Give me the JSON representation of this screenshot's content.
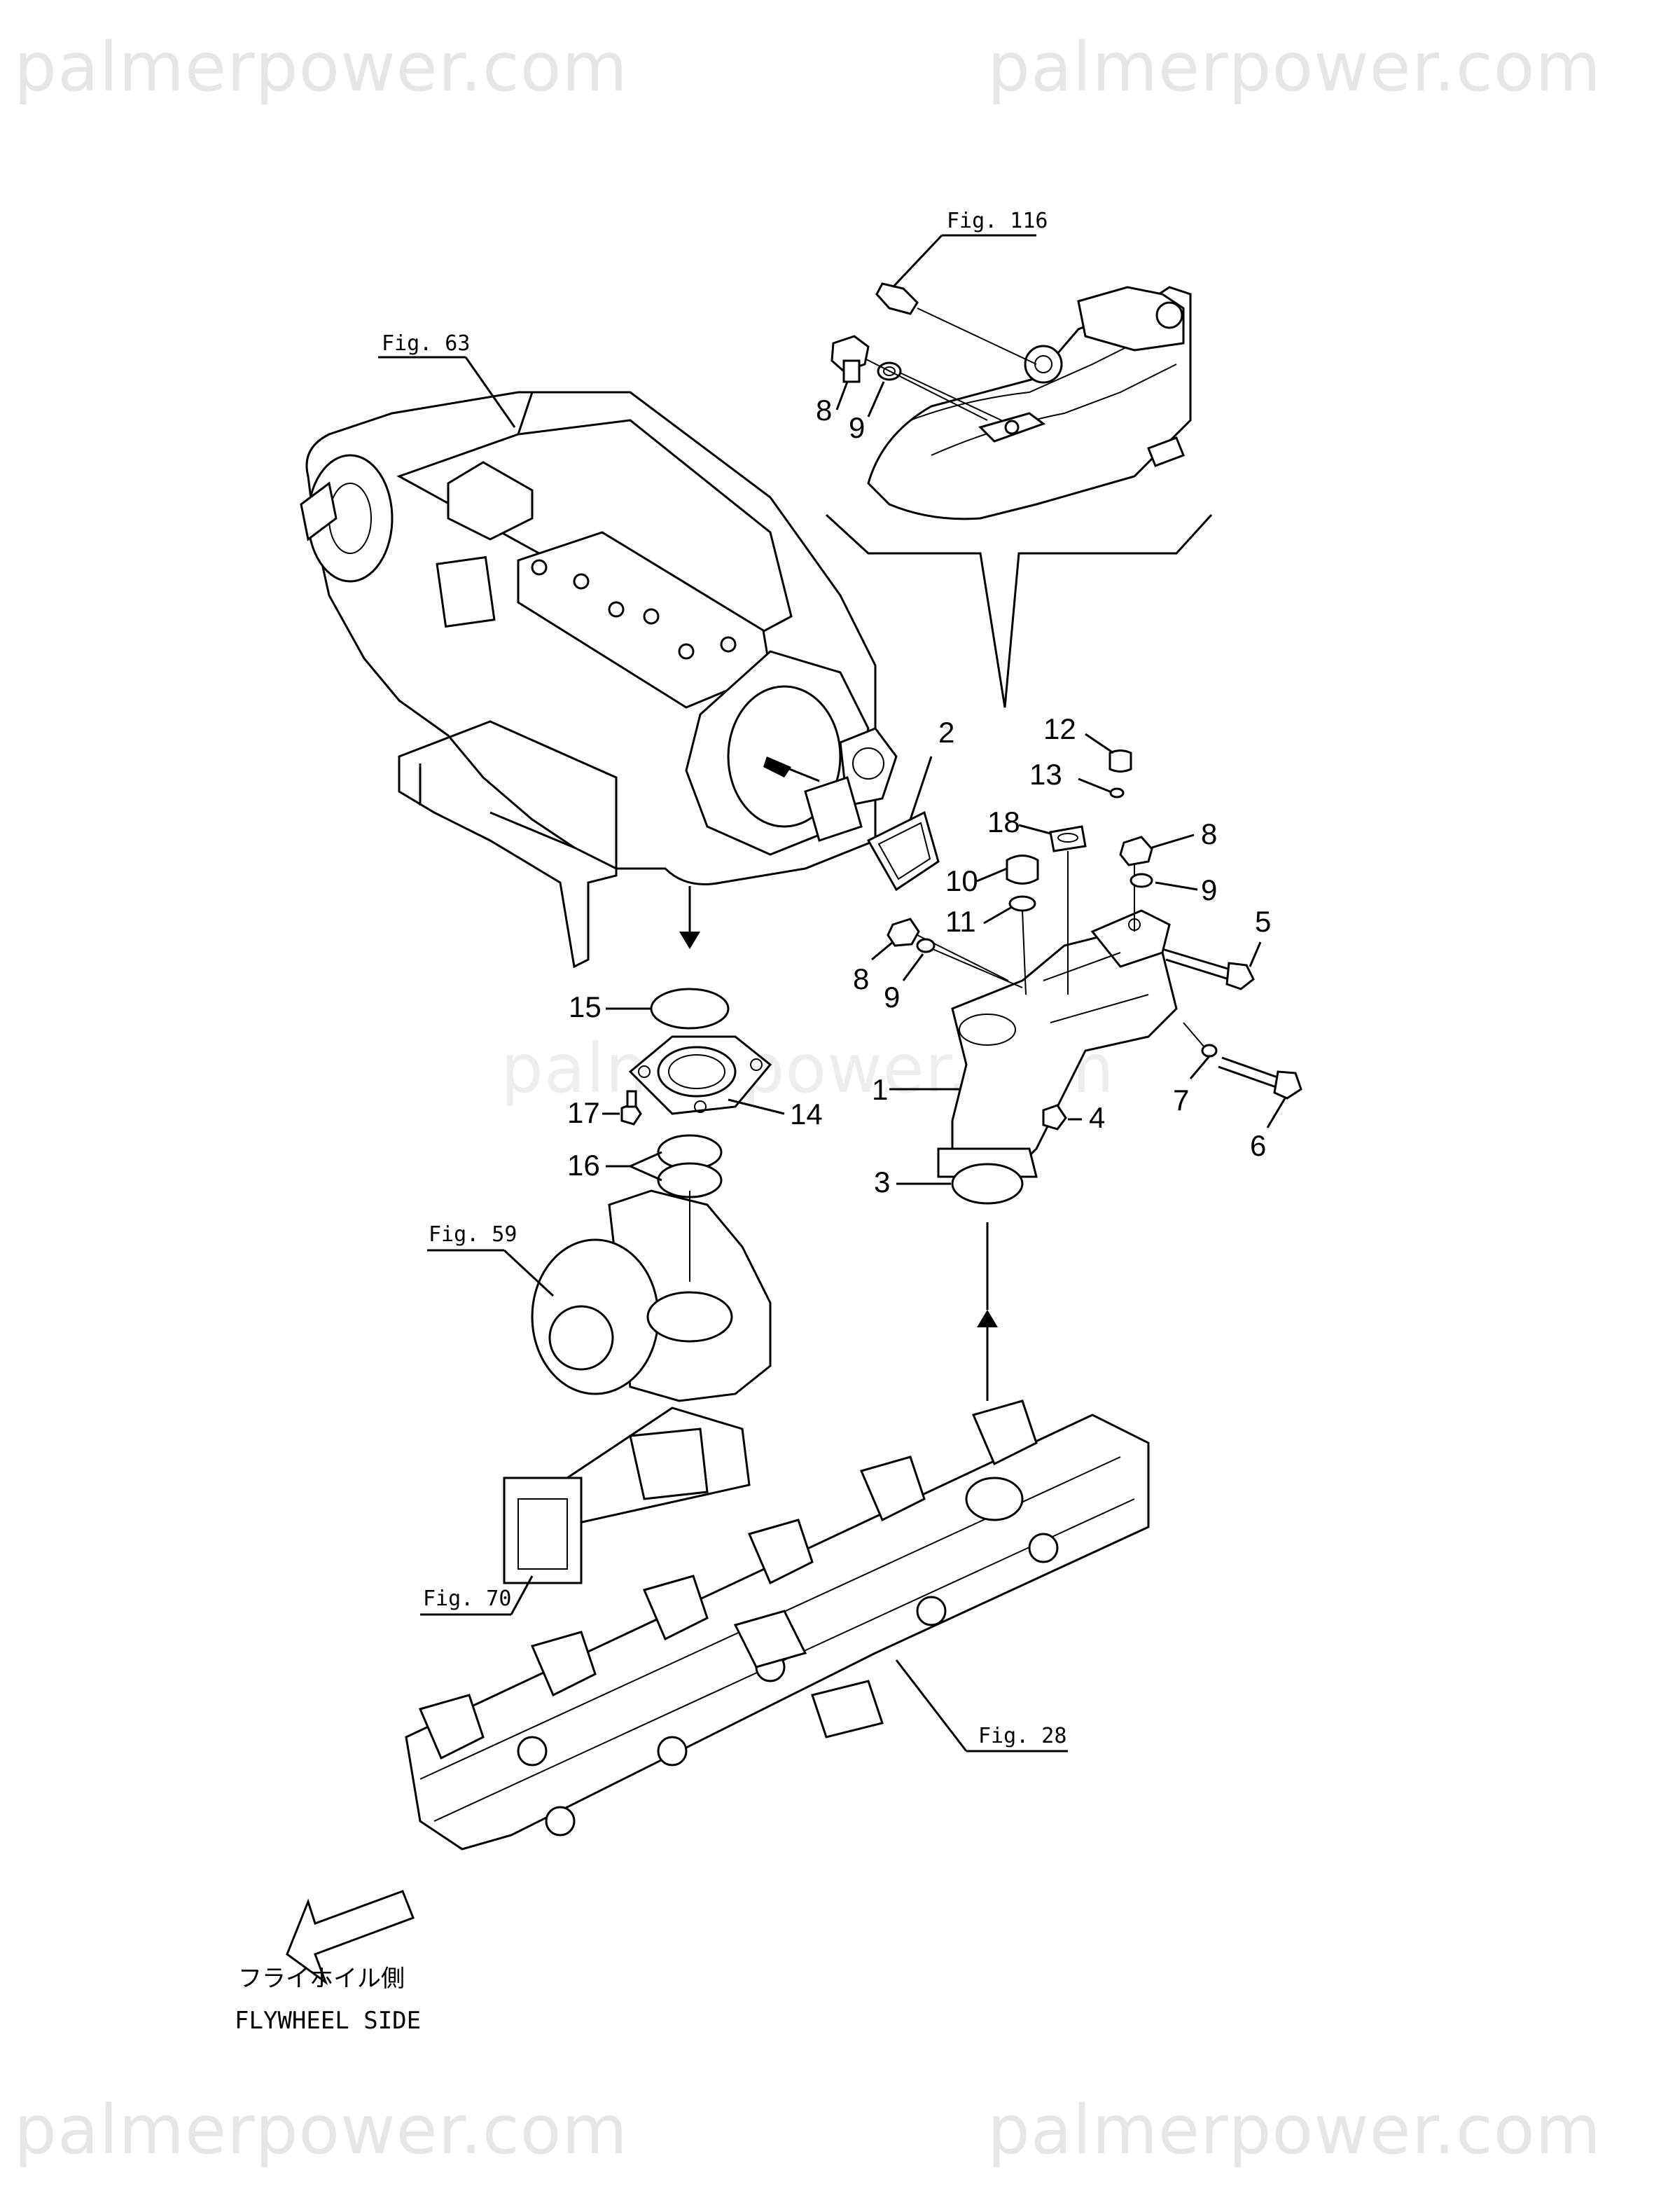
{
  "watermark": {
    "top_left": "palmerpower.com",
    "top_right": "palmerpower.com",
    "center": "palmerpower.com",
    "bottom_left": "palmerpower.com",
    "bottom_right": "palmerpower.com"
  },
  "figure_refs": {
    "fig116": "Fig. 116",
    "fig63": "Fig. 63",
    "fig59": "Fig. 59",
    "fig70": "Fig. 70",
    "fig28": "Fig. 28"
  },
  "callouts": {
    "c1": "1",
    "c2": "2",
    "c3": "3",
    "c4": "4",
    "c5": "5",
    "c6": "6",
    "c7": "7",
    "c8a": "8",
    "c8b": "8",
    "c8c": "8",
    "c9a": "9",
    "c9b": "9",
    "c9c": "9",
    "c10": "10",
    "c11": "11",
    "c12": "12",
    "c13": "13",
    "c14": "14",
    "c15": "15",
    "c16": "16",
    "c17": "17",
    "c18": "18"
  },
  "caption": {
    "japanese": "フライホイル側",
    "english": "FLYWHEEL SIDE"
  }
}
